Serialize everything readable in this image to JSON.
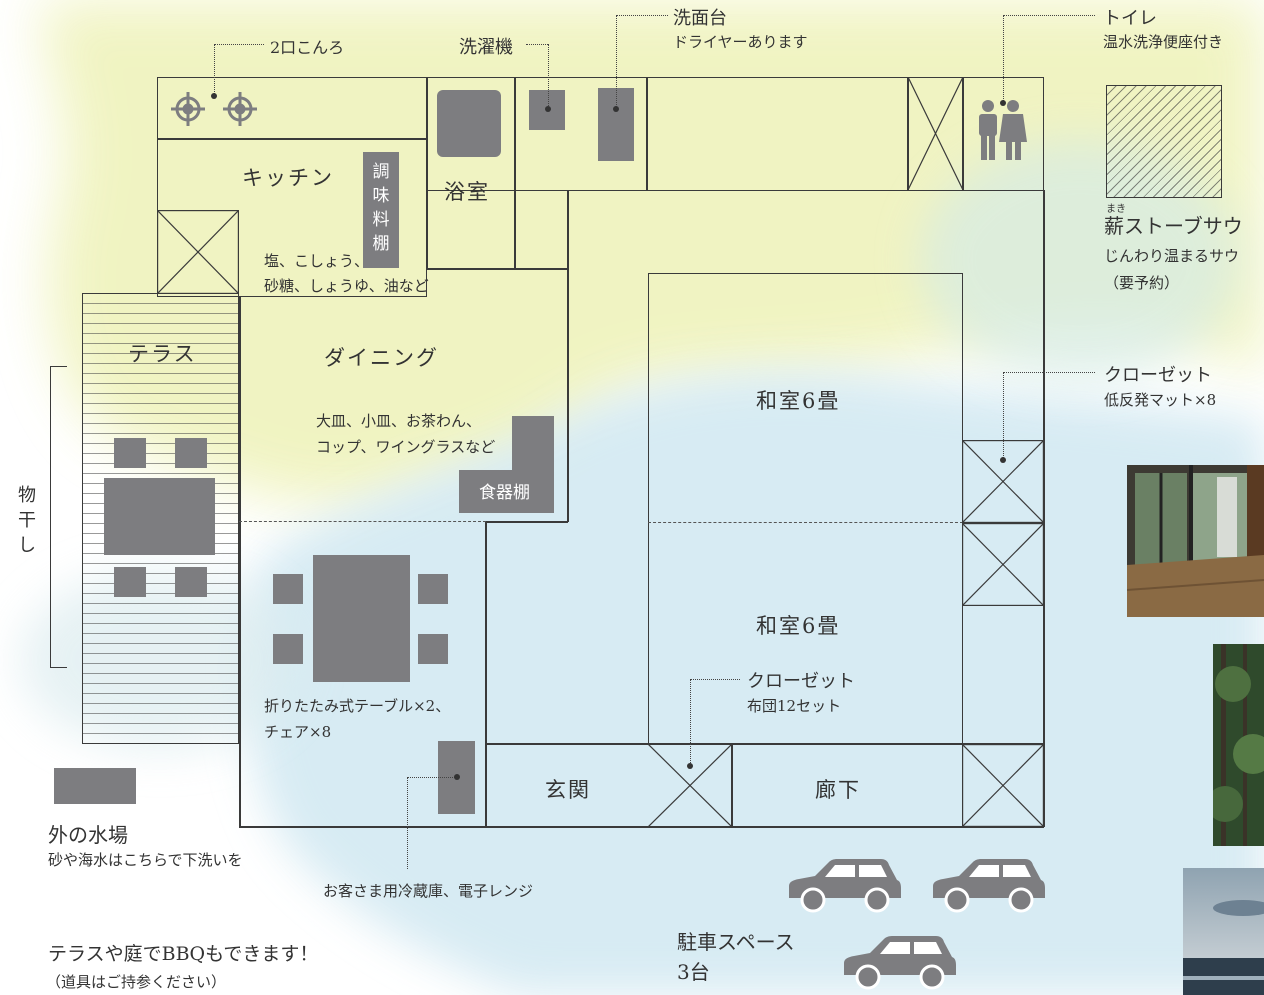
{
  "colors": {
    "wash_yellow": "#ecf1b4",
    "wash_blue": "#cfe7f1",
    "fixture_gray": "#7d7d80",
    "line": "#3a3a3a"
  },
  "callouts": {
    "stove": "2口こんろ",
    "washer": "洗濯機",
    "basin_title": "洗面台",
    "basin_note": "ドライヤーあります",
    "toilet_title": "トイレ",
    "toilet_note": "温水洗浄便座付き",
    "sauna_ruby": "まき",
    "sauna_title": "薪ストーブサウ",
    "sauna_note1": "じんわり温まるサウ",
    "sauna_note2": "（要予約）",
    "closet1_title": "クローゼット",
    "closet1_note": "低反発マット×8",
    "closet2_title": "クローゼット",
    "closet2_note": "布団12セット",
    "seasoning1": "塩、こしょう、",
    "seasoning2": "砂糖、しょうゆ、油など",
    "dishes1": "大皿、小皿、お茶わん、",
    "dishes2": "コップ、ワイングラスなど",
    "table1": "折りたたみ式テーブル×2、",
    "table2": "チェア×8",
    "fridge": "お客さま用冷蔵庫、電子レンジ",
    "outdoor_sink_title": "外の水場",
    "outdoor_sink_note": "砂や海水はこちらで下洗いを",
    "bbq1": "テラスや庭でBBQもできます！",
    "bbq2": "（道具はご持参ください）",
    "parking1": "駐車スペース",
    "parking2": "3台",
    "drying": "物干し"
  },
  "rooms": {
    "kitchen": "キッチン",
    "bath": "浴室",
    "terrace": "テラス",
    "dining": "ダイニング",
    "washitsu_top": "和室6畳",
    "washitsu_bottom": "和室6畳",
    "entrance": "玄関",
    "hallway": "廊下"
  },
  "fixtures": {
    "spice_shelf": "調味料棚",
    "dish_shelf": "食器棚"
  },
  "icons": [
    "stove-burner-icon",
    "toilet-people-icon",
    "car-icon"
  ]
}
